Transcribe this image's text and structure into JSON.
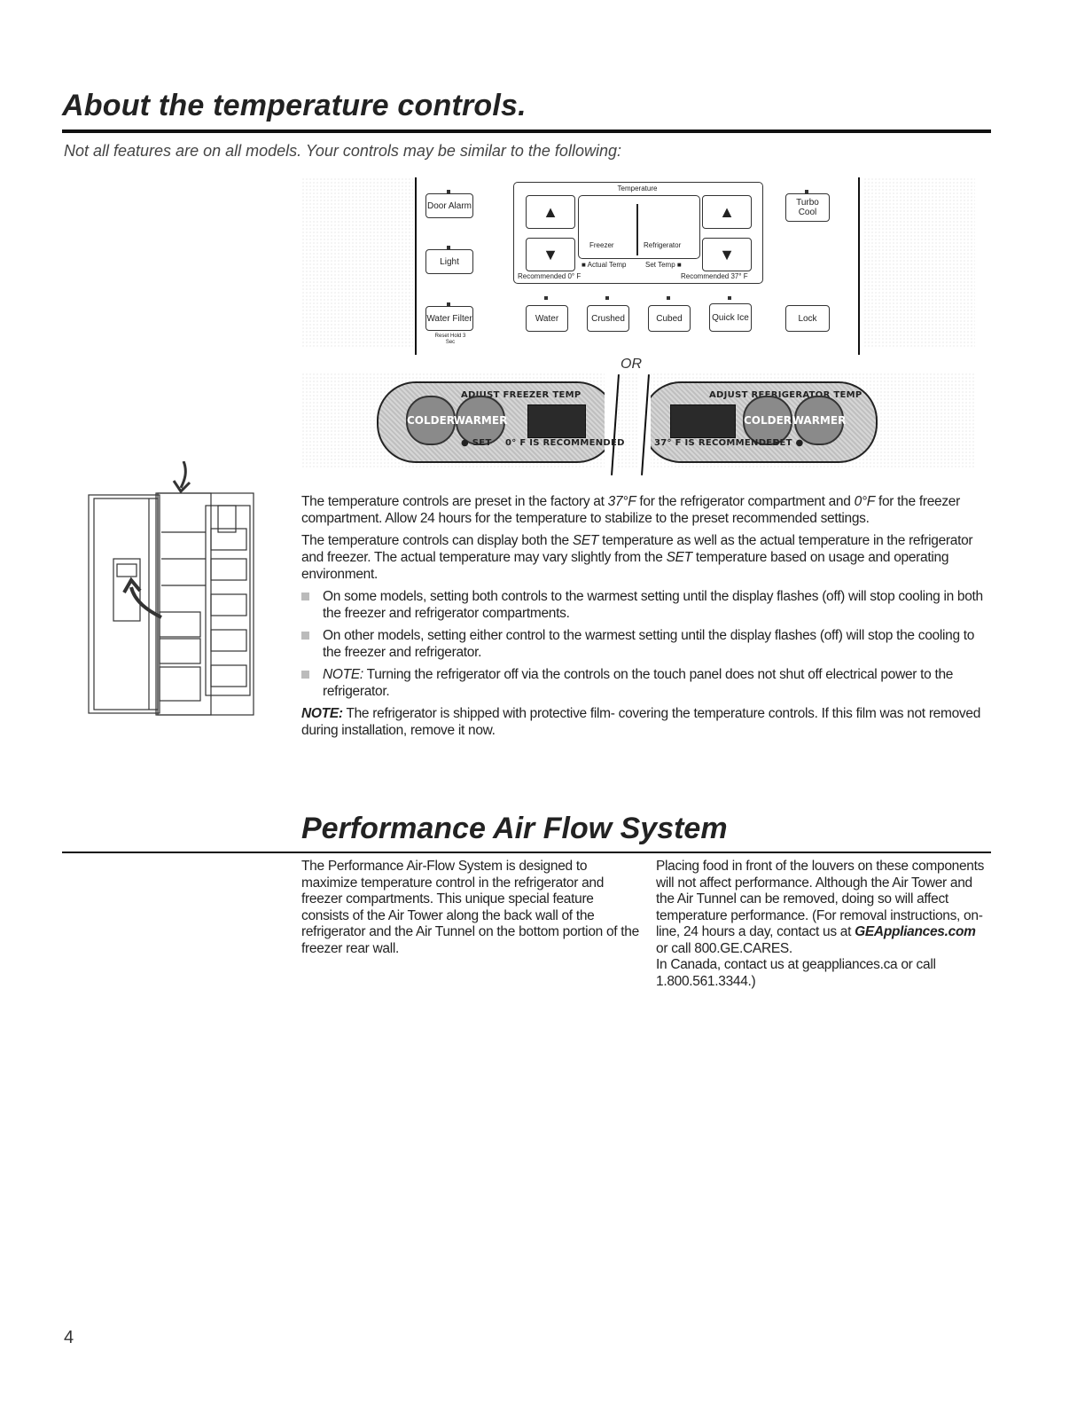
{
  "section1": {
    "title": "About the temperature controls.",
    "subtitle": "Not all features are on all models. Your controls may be similar to the following:"
  },
  "panel1": {
    "door_alarm": "Door Alarm",
    "light": "Light",
    "water_filter": "Water Filter",
    "reset_hint": "Reset Hold 3 Sec",
    "temperature_label": "Temperature",
    "freezer_label": "Freezer",
    "refrigerator_label": "Refrigerator",
    "actual_temp": "■ Actual Temp",
    "set_temp": "Set Temp ■",
    "rec_freezer": "Recommended 0° F",
    "rec_refrig": "Recommended 37° F",
    "turbo_cool": "Turbo Cool",
    "water": "Water",
    "crushed": "Crushed",
    "cubed": "Cubed",
    "quick_ice": "Quick Ice",
    "lock": "Lock",
    "up_arrow": "▲",
    "down_arrow": "▼"
  },
  "or_label": "OR",
  "panel2": {
    "freezer_header": "ADJUST FREEZER TEMP",
    "refrig_header": "ADJUST REFRIGERATOR TEMP",
    "colder": "COLDER",
    "warmer": "WARMER",
    "freezer_set": "● SET",
    "freezer_rec": "0° F IS RECOMMENDED",
    "refrig_rec": "37° F IS RECOMMENDED",
    "refrig_set": "SET ●"
  },
  "body": {
    "p1_a": "The temperature controls are preset in the factory at ",
    "p1_b": "37°F",
    "p1_c": " for the refrigerator compartment and ",
    "p1_d": "0°F",
    "p1_e": " for the freezer compartment. Allow 24 hours for the temperature to stabilize to the preset recommended settings.",
    "p2_a": "The temperature controls can display both the ",
    "p2_b": "SET",
    "p2_c": " temperature as well as the actual temperature in the refrigerator and freezer. The actual temperature may vary slightly from the ",
    "p2_d": "SET",
    "p2_e": " temperature based on usage and operating environment.",
    "b1": "On some models, setting both controls to the warmest setting until the display flashes (off) will stop cooling in both the freezer and refrigerator compartments.",
    "b2": "On other models, setting either control to the warmest setting until the display flashes (off) will stop the cooling to the freezer and refrigerator.",
    "b3_label": "NOTE:",
    "b3": " Turning the refrigerator off via the controls on the touch panel does not shut off electrical power to the refrigerator.",
    "note_label": "NOTE:",
    "note": " The refrigerator is shipped with protective film- covering the temperature controls. If this film was not removed during installation, remove it now."
  },
  "section2": {
    "title": "Performance Air Flow System",
    "left": "The Performance Air-Flow System is designed to maximize temperature control in the refrigerator and freezer compartments. This unique special feature consists of the Air Tower along the back wall of the refrigerator and the Air Tunnel on the bottom portion of the freezer rear wall.",
    "right_a": "Placing food in front of the louvers on these components will not affect performance. Although the Air Tower and the Air Tunnel can be removed, doing so will affect temperature performance. (For removal instructions, on-line, 24 hours a day, contact us at ",
    "right_link": "GEAppliances.com",
    "right_b": " or call 800.GE.CARES.",
    "right_c": "In Canada, contact us at geappliances.ca or call 1.800.561.3344.)"
  },
  "page_number": "4"
}
